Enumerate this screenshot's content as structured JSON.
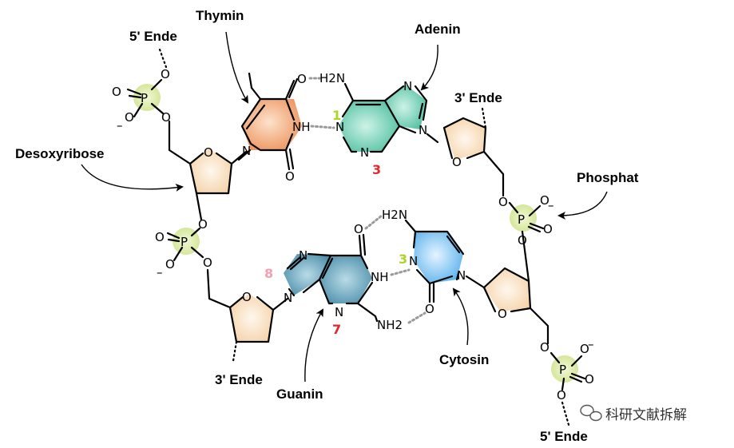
{
  "labels": {
    "thymin": "Thymin",
    "adenin": "Adenin",
    "guanin": "Guanin",
    "cytosin": "Cytosin",
    "desoxyribose": "Desoxyribose",
    "phosphat": "Phosphat",
    "end5_top": "5' Ende",
    "end3_right": "3' Ende",
    "end3_bottom": "3' Ende",
    "end5_bottom": "5' Ende"
  },
  "numbers": {
    "adenin_pos1": "1",
    "adenin_pos3": "3",
    "cytosin_pos3": "3",
    "guanin_pos7": "7",
    "guanin_pos8": "8"
  },
  "atoms": {
    "o": "O",
    "n": "N",
    "p": "P",
    "nh": "NH",
    "h2n": "H2N",
    "nh2": "NH2",
    "minus": "–"
  },
  "watermark": "科研文献拆解",
  "colors": {
    "thymin": "#f0a070",
    "adenin": "#5cc9a8",
    "guanin": "#4d94b0",
    "cytosin": "#64b8ee",
    "sugar": "#f6dcbc",
    "phosphate": "#d7e9a2",
    "num_green": "#a9d62a",
    "num_red": "#e0262f",
    "num_pink": "#f2a0b6"
  }
}
